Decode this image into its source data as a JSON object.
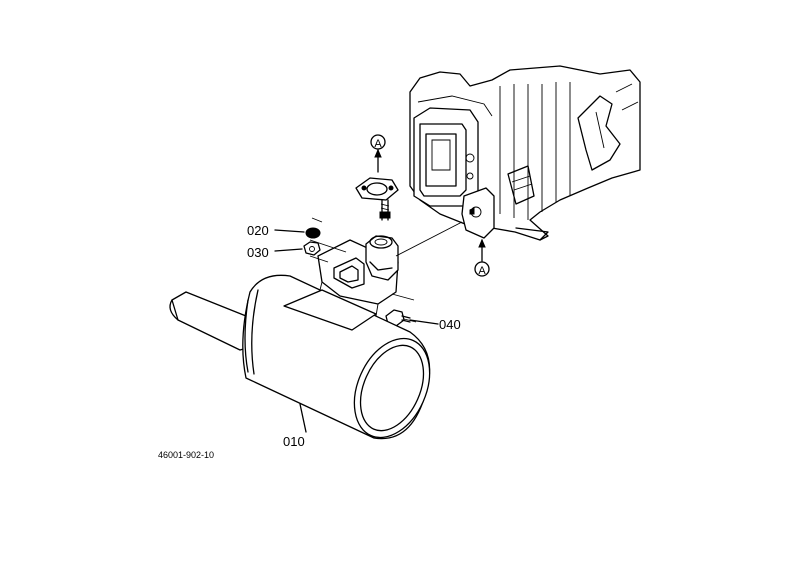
{
  "diagram": {
    "parts": [
      {
        "id": "muffler",
        "label": "010"
      },
      {
        "id": "washer",
        "label": "020"
      },
      {
        "id": "nut",
        "label": "030"
      },
      {
        "id": "bolt",
        "label": "040"
      }
    ],
    "reference_marks": [
      "A",
      "A"
    ],
    "drawing_code": "46001-902-10"
  },
  "colors": {
    "ink": "#000000",
    "paper": "#ffffff"
  }
}
